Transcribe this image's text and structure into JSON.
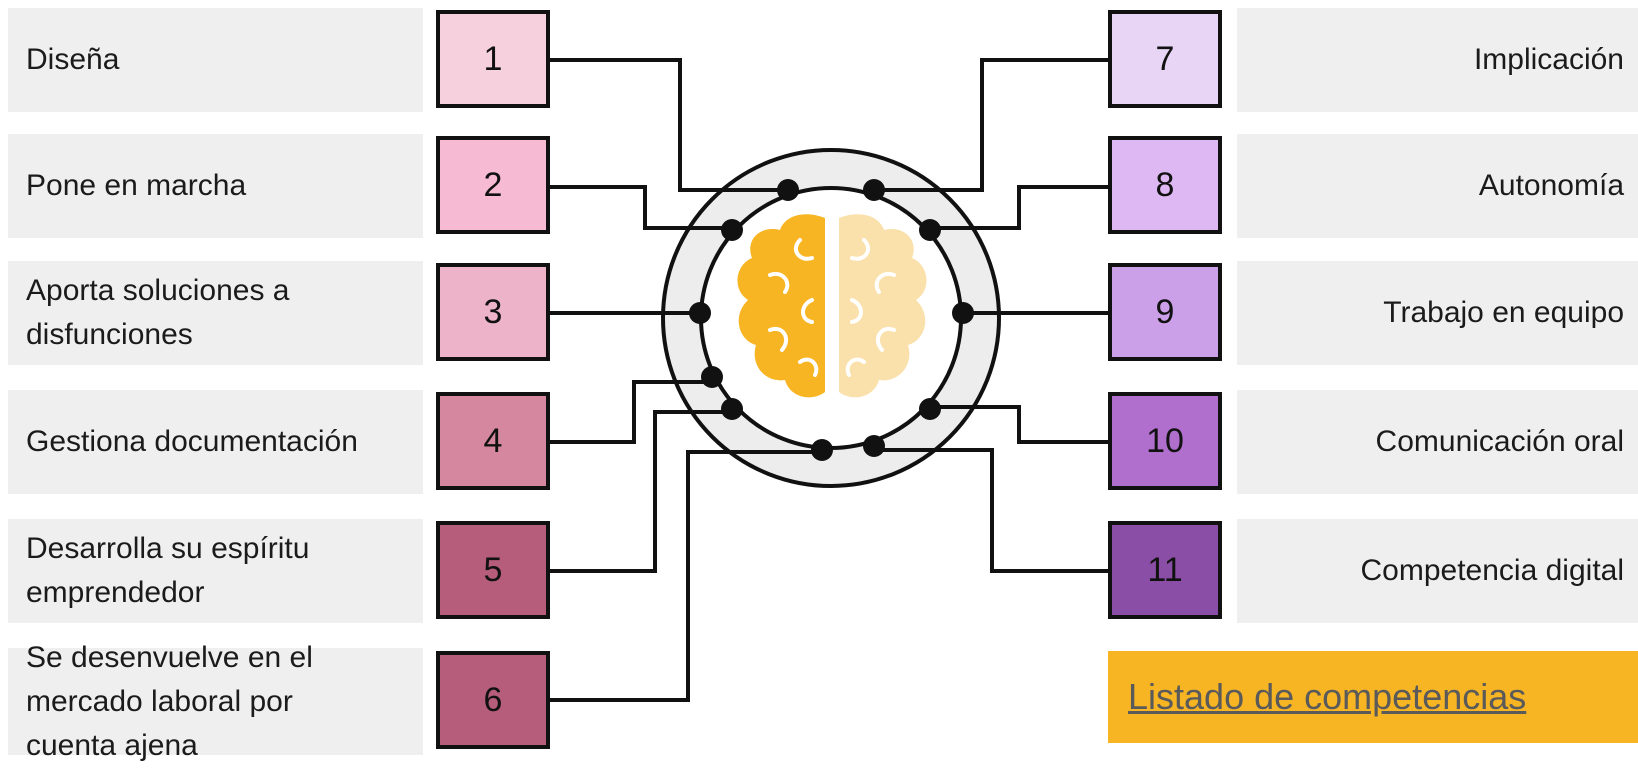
{
  "left_items": [
    {
      "number": "1",
      "label": "Diseña",
      "color": "#f7d0de"
    },
    {
      "number": "2",
      "label": "Pone en marcha",
      "color": "#f6bbd2"
    },
    {
      "number": "3",
      "label": "Aporta soluciones a\ndisfunciones",
      "color": "#edb3c8"
    },
    {
      "number": "4",
      "label": "Gestiona documentación",
      "color": "#d4879f"
    },
    {
      "number": "5",
      "label": "Desarrolla su espíritu\nemprendedor",
      "color": "#b55d7a"
    },
    {
      "number": "6",
      "label": "Se desenvuelve en el\nmercado laboral por\ncuenta ajena",
      "color": "#b55d7a"
    }
  ],
  "right_items": [
    {
      "number": "7",
      "label": "Implicación",
      "color": "#e8d4f5"
    },
    {
      "number": "8",
      "label": "Autonomía",
      "color": "#deb8f2"
    },
    {
      "number": "9",
      "label": "Trabajo en equipo",
      "color": "#cca0e8"
    },
    {
      "number": "10",
      "label": "Comunicación oral",
      "color": "#b06fcc"
    },
    {
      "number": "11",
      "label": "Competencia digital",
      "color": "#8b4ea6"
    }
  ],
  "link": {
    "label": "Listado de competencias"
  },
  "colors": {
    "brain_left": "#f7b524",
    "brain_right": "#fae0aa",
    "ring": "#ededed",
    "link_bg": "#f7b524"
  }
}
